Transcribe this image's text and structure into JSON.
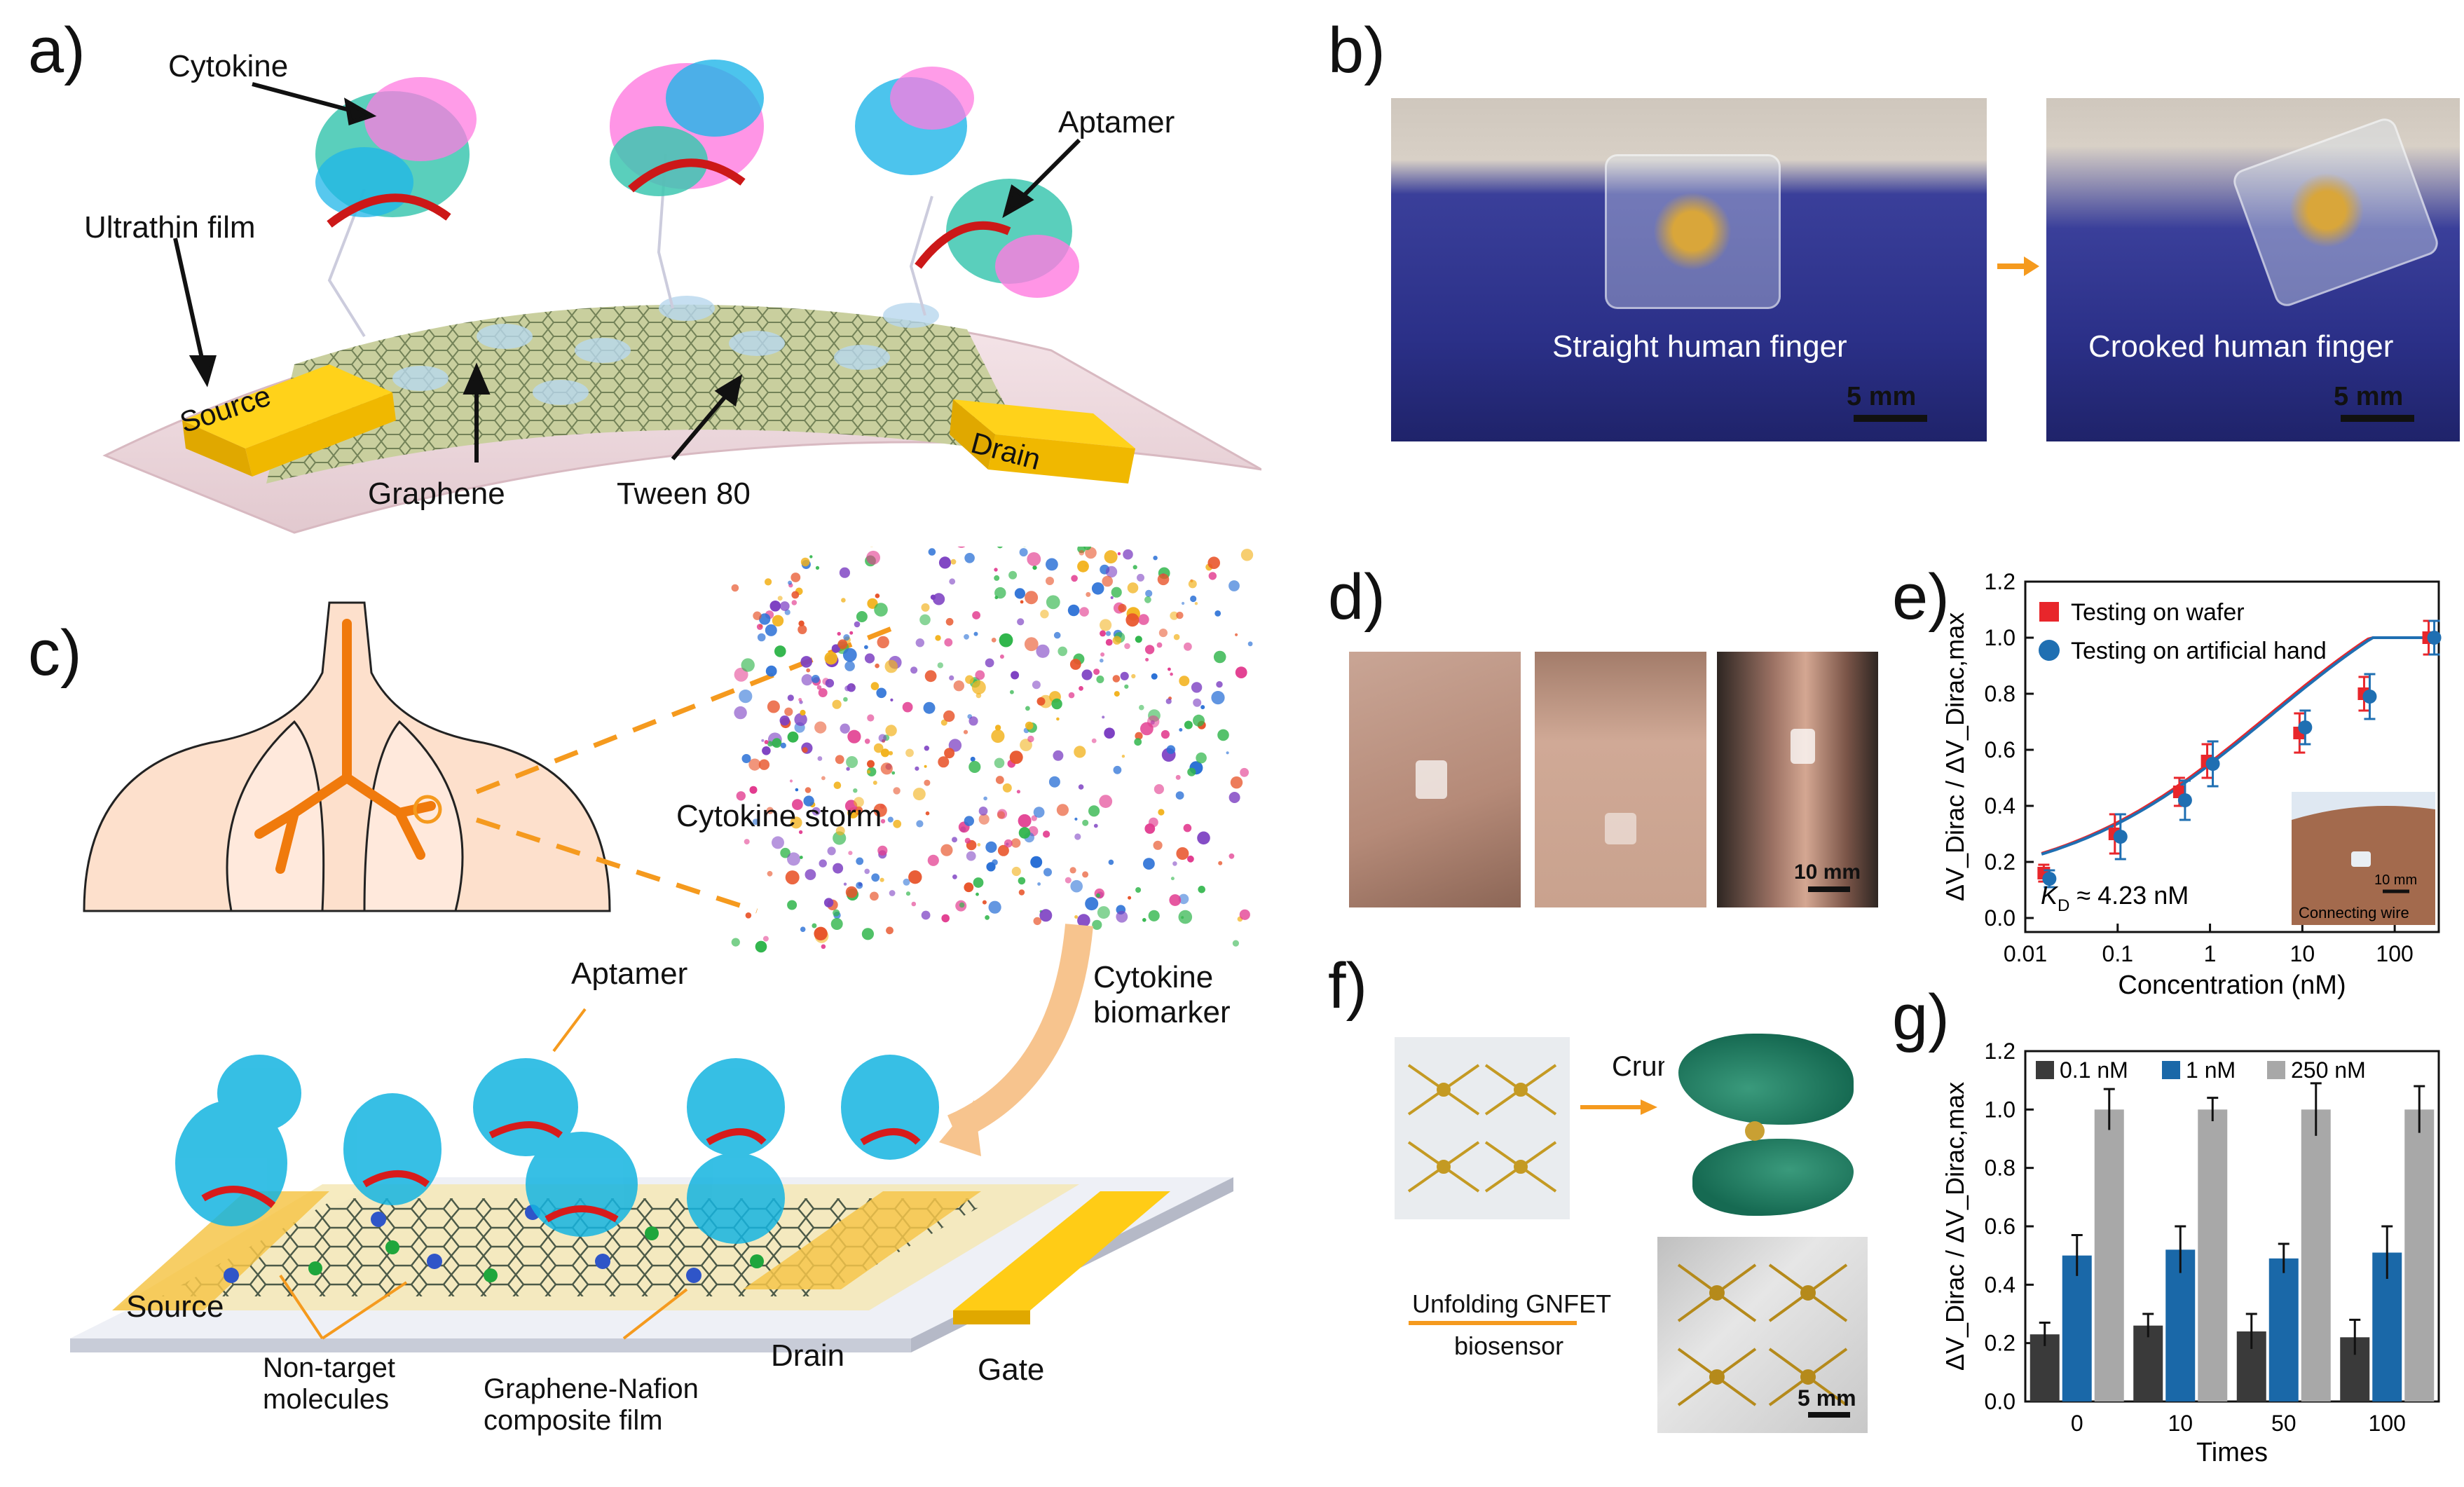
{
  "panels": {
    "a": {
      "letter": "a)",
      "labels": {
        "cytokine": "Cytokine",
        "aptamer": "Aptamer",
        "ultrathin": "Ultrathin film",
        "source": "Source",
        "drain": "Drain",
        "graphene": "Graphene",
        "tween": "Tween 80"
      }
    },
    "b": {
      "letter": "b)",
      "left_caption": "Straight human finger",
      "right_caption": "Crooked human finger",
      "scale_left": "5 mm",
      "scale_right": "5 mm"
    },
    "c": {
      "letter": "c)",
      "labels": {
        "storm": "Cytokine storm",
        "biomarker_1": "Cytokine",
        "biomarker_2": "biomarker",
        "aptamer": "Aptamer",
        "source": "Source",
        "drain": "Drain",
        "gate": "Gate",
        "nontarget_1": "Non-target",
        "nontarget_2": "molecules",
        "composite_1": "Graphene-Nafion",
        "composite_2": "composite film"
      }
    },
    "d": {
      "letter": "d)",
      "scale": "10 mm"
    },
    "e": {
      "letter": "e)",
      "kd": "≈ 4.23 nM",
      "kd_symbol": "K",
      "kd_sub": "D",
      "inset_scale": "10 mm",
      "inset_label": "Connecting wire"
    },
    "f": {
      "letter": "f)",
      "crumple": "Crumple",
      "unfold_1": "Unfolding GNFET",
      "unfold_2": "biosensor",
      "scale": "5 mm"
    },
    "g": {
      "letter": "g)"
    }
  },
  "chart_data": [
    {
      "panel": "e",
      "type": "scatter",
      "xlabel": "Concentration (nM)",
      "ylabel": "ΔV_Dirac / ΔV_Dirac,max",
      "xscale": "log",
      "xlim": [
        0.01,
        300
      ],
      "ylim": [
        -0.05,
        1.2
      ],
      "xticks": [
        "0.01",
        "0.1",
        "1",
        "10",
        "100"
      ],
      "yticks": [
        "0.0",
        "0.2",
        "0.4",
        "0.6",
        "0.8",
        "1.0",
        "1.2"
      ],
      "legend_position": "top-left",
      "series": [
        {
          "name": "Testing on wafer",
          "color": "#e8262b",
          "marker": "square",
          "x": [
            0.017,
            0.1,
            0.5,
            1,
            10,
            50,
            250
          ],
          "y": [
            0.16,
            0.3,
            0.45,
            0.56,
            0.66,
            0.8,
            1.0
          ],
          "err": [
            0.03,
            0.07,
            0.05,
            0.06,
            0.07,
            0.06,
            0.06
          ]
        },
        {
          "name": "Testing on artificial hand",
          "color": "#1f6fb2",
          "marker": "circle",
          "x": [
            0.017,
            0.1,
            0.5,
            1,
            10,
            50,
            250
          ],
          "y": [
            0.14,
            0.29,
            0.42,
            0.55,
            0.68,
            0.79,
            1.0
          ],
          "err": [
            0.03,
            0.08,
            0.07,
            0.08,
            0.06,
            0.08,
            0.06
          ]
        }
      ],
      "fit_curves": [
        {
          "color": "#e8262b",
          "kd": 4.23
        },
        {
          "color": "#1f6fb2",
          "kd": 4.5
        }
      ]
    },
    {
      "panel": "g",
      "type": "bar",
      "xlabel": "Times",
      "ylabel": "ΔV_Dirac / ΔV_Dirac,max",
      "categories": [
        "0",
        "10",
        "50",
        "100"
      ],
      "ylim": [
        0,
        1.2
      ],
      "yticks": [
        "0.0",
        "0.2",
        "0.4",
        "0.6",
        "0.8",
        "1.0",
        "1.2"
      ],
      "legend_position": "top",
      "series": [
        {
          "name": "0.1 nM",
          "color": "#3a3a3a",
          "values": [
            0.23,
            0.26,
            0.24,
            0.22
          ],
          "err": [
            0.04,
            0.04,
            0.06,
            0.06
          ]
        },
        {
          "name": "1 nM",
          "color": "#1a68a8",
          "values": [
            0.5,
            0.52,
            0.49,
            0.51
          ],
          "err": [
            0.07,
            0.08,
            0.05,
            0.09
          ]
        },
        {
          "name": "250 nM",
          "color": "#a8a8a8",
          "values": [
            1.0,
            1.0,
            1.0,
            1.0
          ],
          "err": [
            0.07,
            0.04,
            0.09,
            0.08
          ]
        }
      ]
    }
  ]
}
